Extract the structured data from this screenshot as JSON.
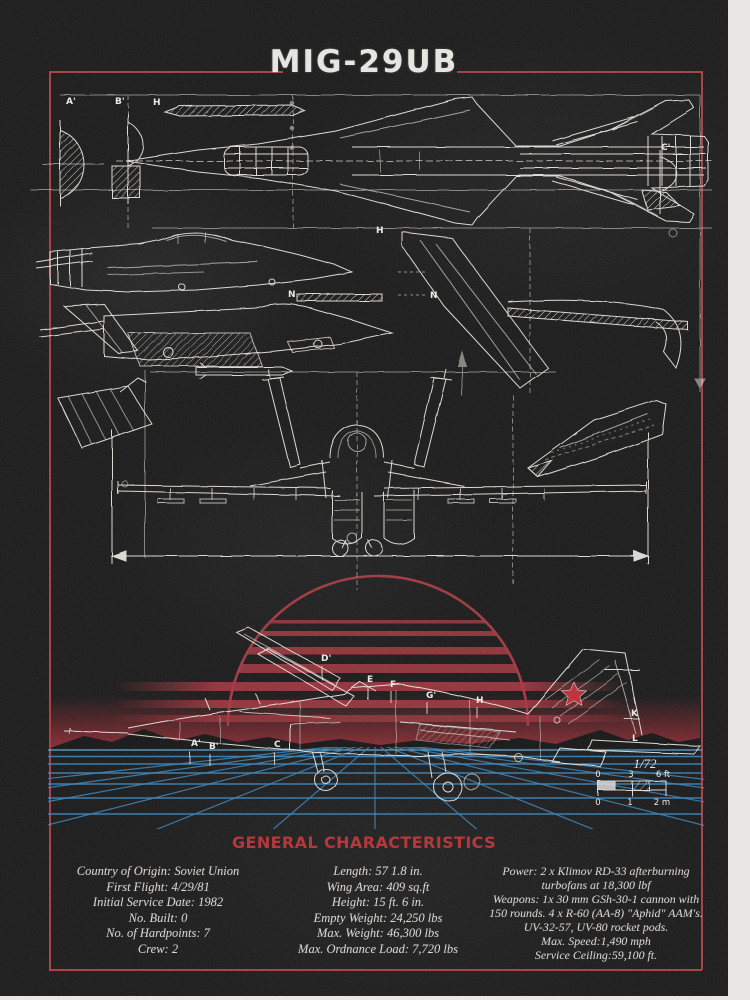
{
  "poster": {
    "title": "MIG-29UB",
    "section_heading": "GENERAL CHARACTERISTICS",
    "subject": "MiG-29UB blueprint poster"
  },
  "specs": {
    "left": [
      "Country of Origin: Soviet Union",
      "First Flight: 4/29/81",
      "Initial Service Date: 1982",
      "No. Built: 0",
      "No. of Hardpoints: 7",
      "Crew: 2"
    ],
    "middle": [
      "Length: 57 1.8 in.",
      "Wing Area: 409 sq.ft",
      "Height: 15 ft. 6 in.",
      "Empty Weight: 24,250 lbs",
      "Max. Weight: 46,300 lbs",
      "Max. Ordnance Load: 7,720 lbs"
    ],
    "right": [
      "Power: 2 x Klimov RD-33 afterburning turbofans at 18,300 lbf",
      "Weapons: 1x 30 mm GSh-30-1 cannon with 150 rounds. 4 x R-60 (AA-8) \"Aphid\" AAM's. UV-32-57, UV-80 rocket pods.",
      "Max. Speed:1,490 mph",
      "Service Ceiling:59,100 ft."
    ]
  },
  "labels": {
    "a_top": "A'",
    "b_top": "B'",
    "h_top": "H",
    "c_right": "C'",
    "h_mid": "H",
    "n_mid": "N",
    "n_mid2": "N",
    "a_bot": "A'",
    "b_bot": "B'",
    "c_bot": "C",
    "d_bot": "D'",
    "e_bot": "E",
    "f_bot": "F",
    "g_bot": "G'",
    "h_bot": "H",
    "k_bot": "K",
    "l_bot": "L"
  },
  "scale_bar": {
    "ratio": "1/72",
    "ft": [
      "0",
      "3",
      "6 ft"
    ],
    "m": [
      "0",
      "1",
      "2 m"
    ]
  },
  "colors": {
    "accent_red": "#a03236",
    "heading_red": "#b5383c",
    "sun_red": "#a02c35",
    "star_red": "#c2202e",
    "grid_blue": "#2e7cb4",
    "horizon_blue": "#5aa7d6",
    "chalk": "#e7e6e0",
    "poster_bg": "#0d0c0c",
    "page_bg": "#e9e7e4"
  }
}
